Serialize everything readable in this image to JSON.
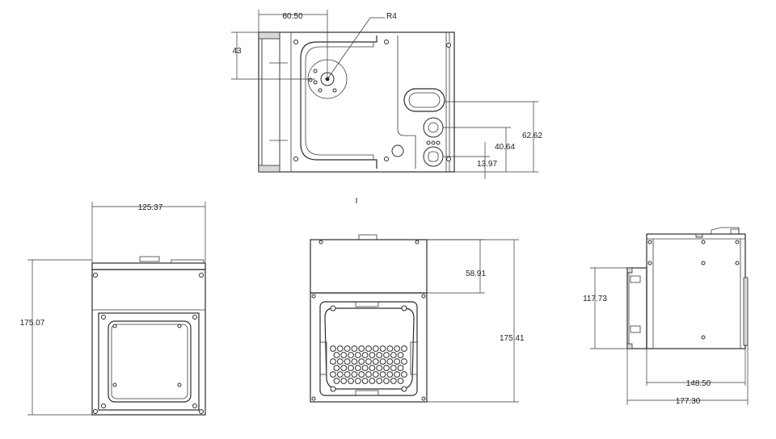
{
  "views": {
    "top": {
      "dims": {
        "width_offset": "60.50",
        "radius": "R4",
        "height_offset": "43",
        "slot_height": "62.62",
        "port_height": "40.64",
        "bottom_port_height": "13.97"
      }
    },
    "left": {
      "dims": {
        "width": "125.37",
        "height": "175.07"
      }
    },
    "front": {
      "marker": "I",
      "dims": {
        "upper_height": "58.91",
        "total_height": "175.41"
      }
    },
    "side": {
      "dims": {
        "panel_height": "117.73",
        "body_depth": "148.50",
        "total_depth": "177.30"
      }
    }
  }
}
